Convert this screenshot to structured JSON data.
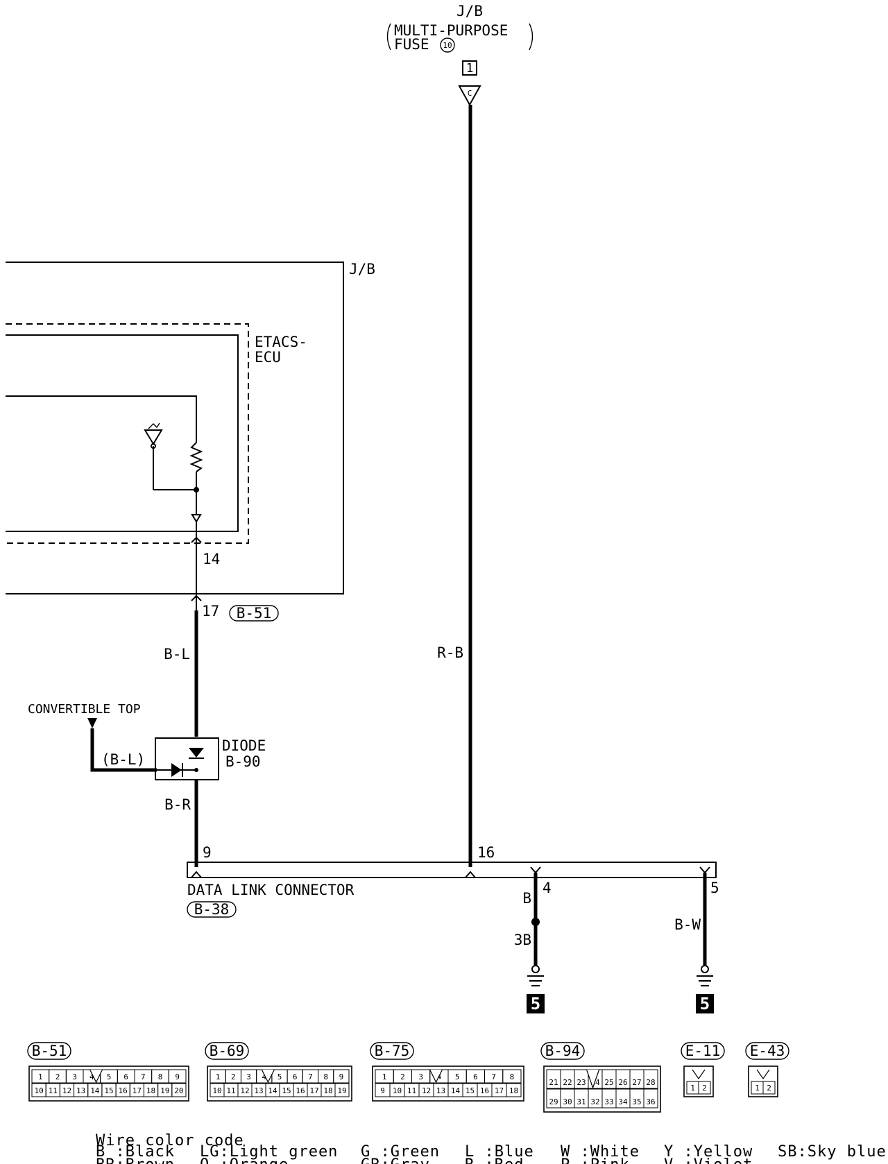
{
  "jb_title": "J/B",
  "jb_subtitle_1": "MULTI-PURPOSE",
  "jb_subtitle_2": "FUSE",
  "fuse_number": "10",
  "fuse_box_number": "1",
  "fuse_connector_letter": "C",
  "jb_box_label": "J/B",
  "etacs_label_1": "ETACS-",
  "etacs_label_2": "ECU",
  "pin_14": "14",
  "pin_17": "17",
  "connector_b51": "B-51",
  "wire_bl": "B-L",
  "wire_rb": "R-B",
  "convertible_top": "CONVERTIBLE TOP",
  "wire_bl_paren": "(B-L)",
  "diode_label": "DIODE",
  "diode_connector": "B-90",
  "wire_br": "B-R",
  "pin_9": "9",
  "pin_16": "16",
  "pin_4": "4",
  "pin_5": "5",
  "dlc_label": "DATA LINK CONNECTOR",
  "dlc_connector": "B-38",
  "wire_b": "B",
  "wire_3b": "3B",
  "wire_bw": "B-W",
  "ground_left": "5",
  "ground_right": "5",
  "connectors": [
    {
      "id": "B-51",
      "top": [
        "1",
        "2",
        "3",
        "4",
        "5",
        "6",
        "7",
        "8",
        "9"
      ],
      "bottom": [
        "10",
        "11",
        "12",
        "13",
        "14",
        "15",
        "16",
        "17",
        "18",
        "19",
        "20"
      ]
    },
    {
      "id": "B-69",
      "top": [
        "1",
        "2",
        "3",
        "4",
        "5",
        "6",
        "7",
        "8",
        "9"
      ],
      "bottom": [
        "10",
        "11",
        "12",
        "13",
        "14",
        "15",
        "16",
        "17",
        "18",
        "19"
      ]
    },
    {
      "id": "B-75",
      "top": [
        "1",
        "2",
        "3",
        "4",
        "5",
        "6",
        "7",
        "8"
      ],
      "bottom": [
        "9",
        "10",
        "11",
        "12",
        "13",
        "14",
        "15",
        "16",
        "17",
        "18"
      ]
    },
    {
      "id": "B-94",
      "top": [
        "21",
        "22",
        "23",
        "24",
        "25",
        "26",
        "27",
        "28"
      ],
      "bottom": [
        "29",
        "30",
        "31",
        "32",
        "33",
        "34",
        "35",
        "36"
      ]
    },
    {
      "id": "E-11",
      "top": [],
      "bottom": [
        "1",
        "2"
      ]
    },
    {
      "id": "E-43",
      "top": [],
      "bottom": [
        "1",
        "2"
      ]
    }
  ],
  "legend": {
    "title": "Wire color code",
    "items": [
      [
        "B :Black",
        "BR:Brown"
      ],
      [
        "LG:Light green",
        "O :Orange"
      ],
      [
        "G :Green",
        "GR:Gray"
      ],
      [
        "L :Blue",
        "R :Red"
      ],
      [
        "W :White",
        "P :Pink"
      ],
      [
        "Y :Yellow",
        "V :Violet"
      ],
      [
        "SB:Sky blue",
        ""
      ]
    ]
  }
}
